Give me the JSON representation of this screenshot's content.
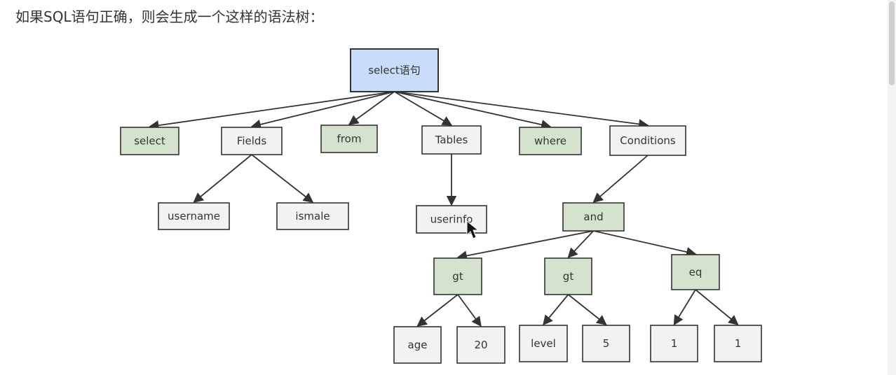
{
  "caption": "如果SQL语句正确，则会生成一个这样的语法树：",
  "colors": {
    "root_fill": "#c9dcf9",
    "keyword_fill": "#d5e3ce",
    "plain_fill": "#f2f2f2",
    "border": "#333333"
  },
  "tree": {
    "nodes": {
      "root": "select语句",
      "select": "select",
      "fields": "Fields",
      "from": "from",
      "tables": "Tables",
      "where": "where",
      "conditions": "Conditions",
      "username": "username",
      "ismale": "ismale",
      "userinfo": "userinfo",
      "and": "and",
      "gt1": "gt",
      "gt2": "gt",
      "eq": "eq",
      "age": "age",
      "n20": "20",
      "level": "level",
      "n5": "5",
      "one_a": "1",
      "one_b": "1"
    }
  }
}
